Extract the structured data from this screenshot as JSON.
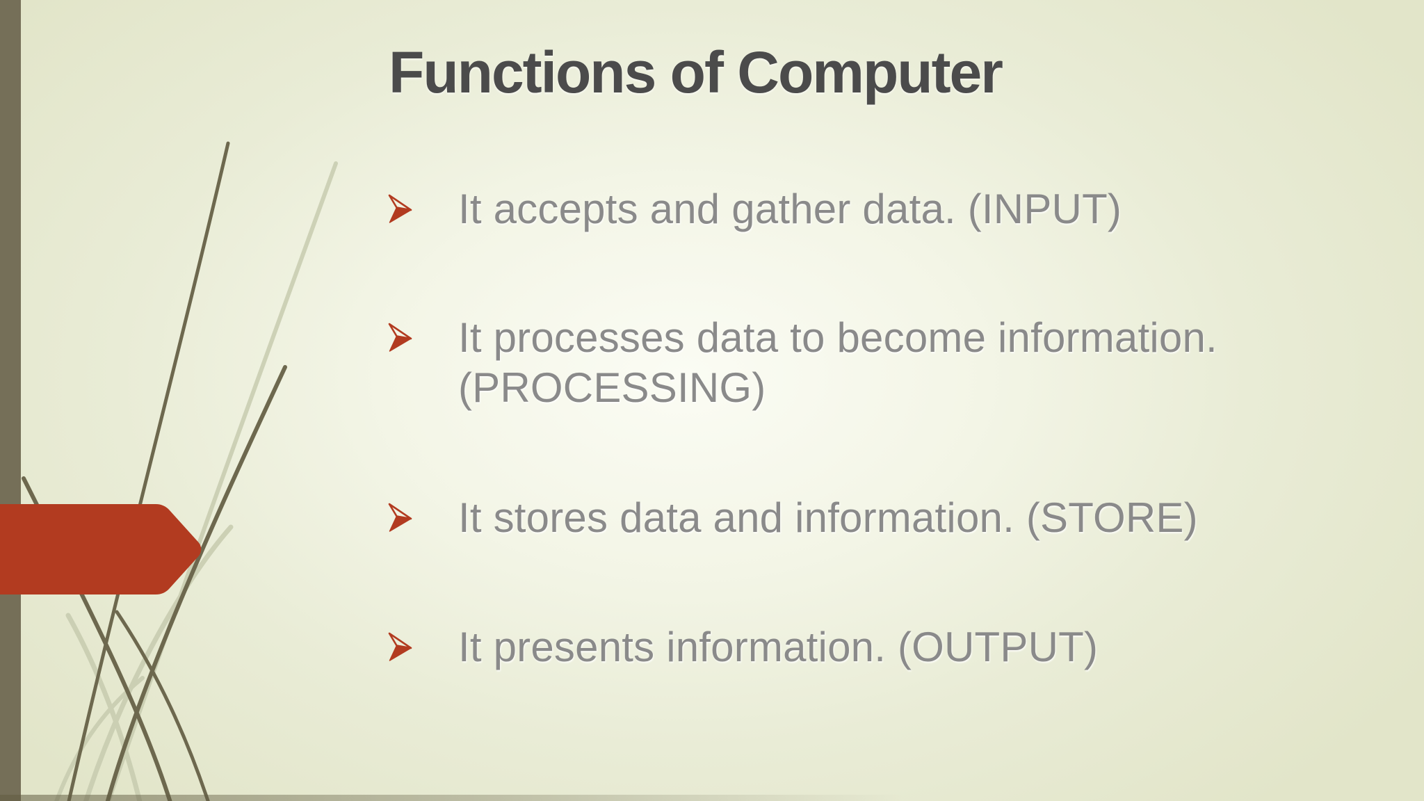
{
  "slide": {
    "title": "Functions of Computer",
    "bullets": [
      "It accepts and gather data. (INPUT)",
      "It processes data to become information. (PROCESSING)",
      "It stores data and information. (STORE)",
      "It presents information. (OUTPUT)"
    ],
    "bullet_icon": "arrowhead-3d-right-icon",
    "colors": {
      "accent_red": "#b23b20",
      "left_bar_olive": "#756f58",
      "title_text": "#4b4b4b",
      "body_text": "#8a8a8a",
      "background_center": "#fbfcf4",
      "background_edge": "#e2e5c9",
      "strand_dark": "#6d684e",
      "strand_light": "#c9cdb1"
    }
  }
}
